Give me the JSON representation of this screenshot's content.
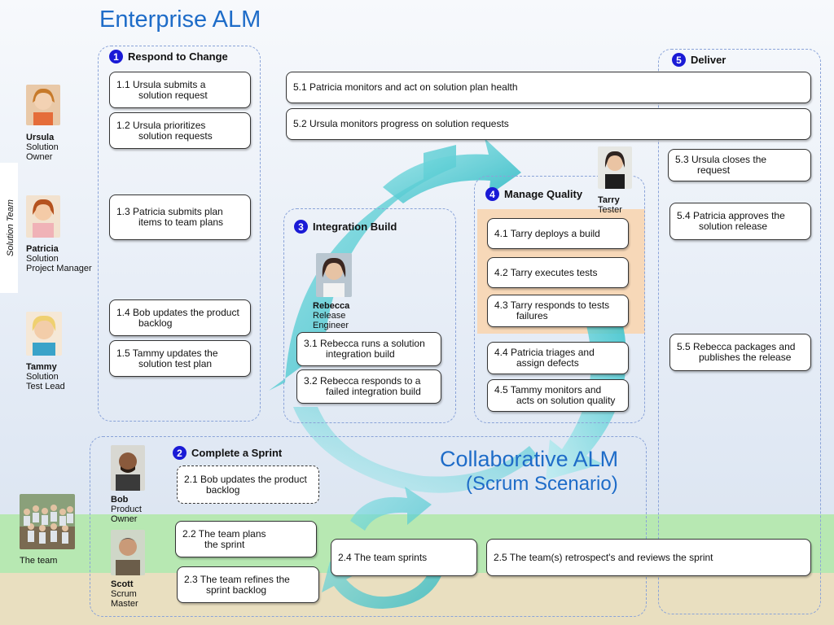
{
  "titles": {
    "enterprise": "Enterprise ALM",
    "collaborative_line1": "Collaborative ALM",
    "collaborative_line2": "(Scrum Scenario)"
  },
  "side_label": "Solution Team",
  "sections": {
    "respond": {
      "num": "1",
      "title": "Respond to Change"
    },
    "sprint": {
      "num": "2",
      "title": "Complete a Sprint"
    },
    "integration": {
      "num": "3",
      "title": "Integration Build"
    },
    "quality": {
      "num": "4",
      "title": "Manage Quality"
    },
    "deliver": {
      "num": "5",
      "title": "Deliver"
    }
  },
  "people": {
    "ursula": {
      "name": "Ursula",
      "role1": "Solution",
      "role2": "Owner"
    },
    "patricia": {
      "name": "Patricia",
      "role1": "Solution",
      "role2": "Project Manager"
    },
    "tammy": {
      "name": "Tammy",
      "role1": "Solution",
      "role2": "Test Lead"
    },
    "rebecca": {
      "name": "Rebecca",
      "role1": "Release",
      "role2": "Engineer"
    },
    "tarry": {
      "name": "Tarry",
      "role1": "Tester"
    },
    "bob": {
      "name": "Bob",
      "role1": "Product",
      "role2": "Owner"
    },
    "scott": {
      "name": "Scott",
      "role1": "Scrum",
      "role2": "Master"
    },
    "team": {
      "name": "The team"
    }
  },
  "steps": {
    "s1_1": "1.1 Ursula submits a\nsolution request",
    "s1_2": "1.2 Ursula prioritizes\nsolution requests",
    "s1_3": "1.3  Patricia submits plan\nitems to team plans",
    "s1_4": "1.4 Bob updates the product\nbacklog",
    "s1_5": "1.5 Tammy updates the\nsolution test plan",
    "s2_1": "2.1 Bob updates the product\nbacklog",
    "s2_2": "2.2 The team plans\nthe sprint",
    "s2_3": "2.3 The team refines the\nsprint backlog",
    "s2_4": "2.4 The team sprints",
    "s2_5": "2.5 The team(s) retrospect's and reviews the sprint",
    "s3_1": "3.1 Rebecca runs a solution\nintegration build",
    "s3_2": "3.2 Rebecca responds to a\nfailed integration build",
    "s4_1": "4.1 Tarry deploys a build",
    "s4_2": "4.2 Tarry executes tests",
    "s4_3": "4.3 Tarry responds to tests\nfailures",
    "s4_4": "4.4 Patricia triages and\nassign defects",
    "s4_5": "4.5 Tammy monitors and\nacts on solution quality",
    "s5_1": "5.1 Patricia monitors and act on solution plan health",
    "s5_2": "5.2 Ursula monitors progress on solution requests",
    "s5_3": "5.3 Ursula closes the\nrequest",
    "s5_4": "5.4 Patricia approves the\nsolution release",
    "s5_5": "5.5 Rebecca packages and\npublishes the release"
  },
  "colors": {
    "title_blue": "#1e6cc8",
    "number_blue": "#1a1ad6",
    "region_border": "#8aa3d8",
    "arrow_teal": "#3cc4cc",
    "band_green": "#b7e8b2",
    "band_tan": "#e9dfc0",
    "quality_highlight": "#f7d8b8"
  }
}
